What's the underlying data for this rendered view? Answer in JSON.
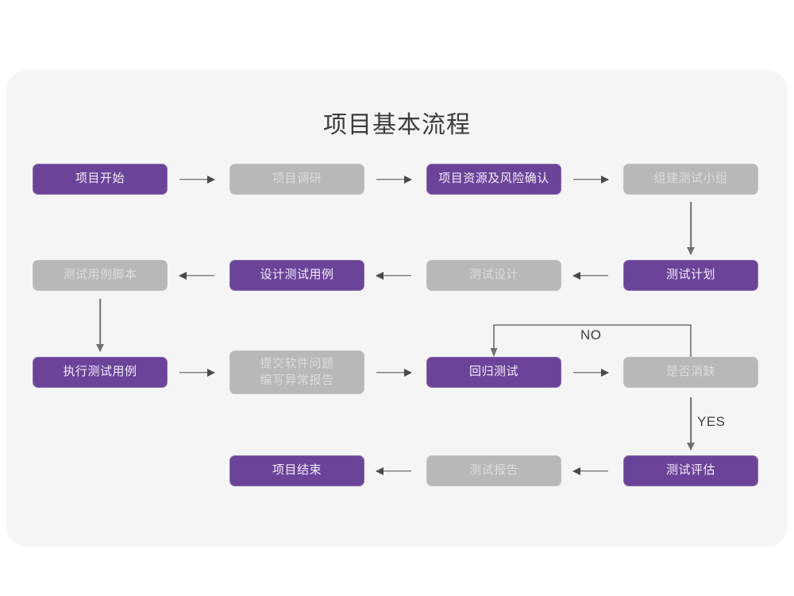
{
  "panel": {
    "background_color": "#f5f5f5",
    "page_background_color": "#ffffff"
  },
  "header": {
    "title": "项目基本流程"
  },
  "theme": {
    "purple": "#6b4399",
    "purple_border": "#8a6bb0",
    "purple_text": "#f2edf7",
    "gray": "#b8b8b8",
    "gray_border": "#c2c2c2",
    "gray_text": "#dcdcdc",
    "arrow_color": "#4a4a4a",
    "line_color": "#707070",
    "title_color": "#3c3c3c"
  },
  "chart_data": {
    "type": "diagram",
    "title": "项目基本流程",
    "nodes": [
      {
        "id": "n1",
        "label": "项目开始",
        "style": "purple",
        "row": 1
      },
      {
        "id": "n2",
        "label": "项目调研",
        "style": "gray",
        "row": 1
      },
      {
        "id": "n3",
        "label": "项目资源及风险确认",
        "style": "purple",
        "row": 1
      },
      {
        "id": "n4",
        "label": "组建测试小组",
        "style": "gray",
        "row": 1
      },
      {
        "id": "n5",
        "label": "测试用例脚本",
        "style": "gray",
        "row": 2
      },
      {
        "id": "n6",
        "label": "设计测试用例",
        "style": "purple",
        "row": 2
      },
      {
        "id": "n7",
        "label": "测试设计",
        "style": "gray",
        "row": 2
      },
      {
        "id": "n8",
        "label": "测试计划",
        "style": "purple",
        "row": 2
      },
      {
        "id": "n9",
        "label": "执行测试用例",
        "style": "purple",
        "row": 3
      },
      {
        "id": "n10",
        "label": "提交软件问题\n编写异常报告",
        "style": "gray",
        "row": 3
      },
      {
        "id": "n11",
        "label": "回归测试",
        "style": "purple",
        "row": 3
      },
      {
        "id": "n12",
        "label": "是否消缺",
        "style": "gray",
        "row": 3
      },
      {
        "id": "n13",
        "label": "项目结束",
        "style": "purple",
        "row": 4
      },
      {
        "id": "n14",
        "label": "测试报告",
        "style": "gray",
        "row": 4
      },
      {
        "id": "n15",
        "label": "测试评估",
        "style": "purple",
        "row": 4
      }
    ],
    "edges": [
      {
        "from": "n1",
        "to": "n2",
        "dir": "right",
        "label": ""
      },
      {
        "from": "n2",
        "to": "n3",
        "dir": "right",
        "label": ""
      },
      {
        "from": "n3",
        "to": "n4",
        "dir": "right",
        "label": ""
      },
      {
        "from": "n4",
        "to": "n8",
        "dir": "down",
        "label": ""
      },
      {
        "from": "n8",
        "to": "n7",
        "dir": "left",
        "label": ""
      },
      {
        "from": "n7",
        "to": "n6",
        "dir": "left",
        "label": ""
      },
      {
        "from": "n6",
        "to": "n5",
        "dir": "left",
        "label": ""
      },
      {
        "from": "n5",
        "to": "n9",
        "dir": "down",
        "label": ""
      },
      {
        "from": "n9",
        "to": "n10",
        "dir": "right",
        "label": ""
      },
      {
        "from": "n10",
        "to": "n11",
        "dir": "right",
        "label": ""
      },
      {
        "from": "n11",
        "to": "n12",
        "dir": "right",
        "label": ""
      },
      {
        "from": "n12",
        "to": "n11",
        "dir": "loop-up-left",
        "label": "NO"
      },
      {
        "from": "n12",
        "to": "n15",
        "dir": "down",
        "label": "YES"
      },
      {
        "from": "n15",
        "to": "n14",
        "dir": "left",
        "label": ""
      },
      {
        "from": "n14",
        "to": "n13",
        "dir": "left",
        "label": ""
      }
    ],
    "edge_labels": {
      "no": "NO",
      "yes": "YES"
    }
  }
}
